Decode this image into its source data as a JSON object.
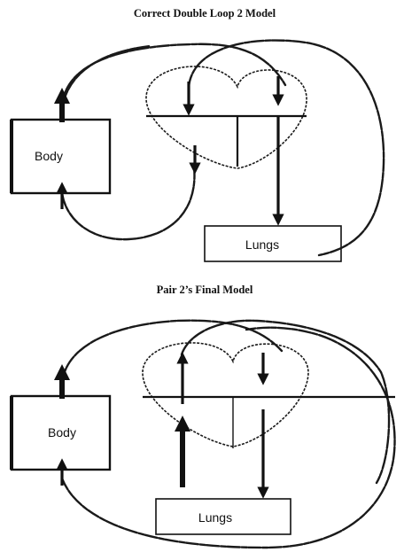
{
  "diagrams": [
    {
      "title": "Correct Double Loop 2 Model",
      "body_label": "Body",
      "lungs_label": "Lungs"
    },
    {
      "title": "Pair 2’s Final Model",
      "body_label": "Body",
      "lungs_label": "Lungs"
    }
  ]
}
